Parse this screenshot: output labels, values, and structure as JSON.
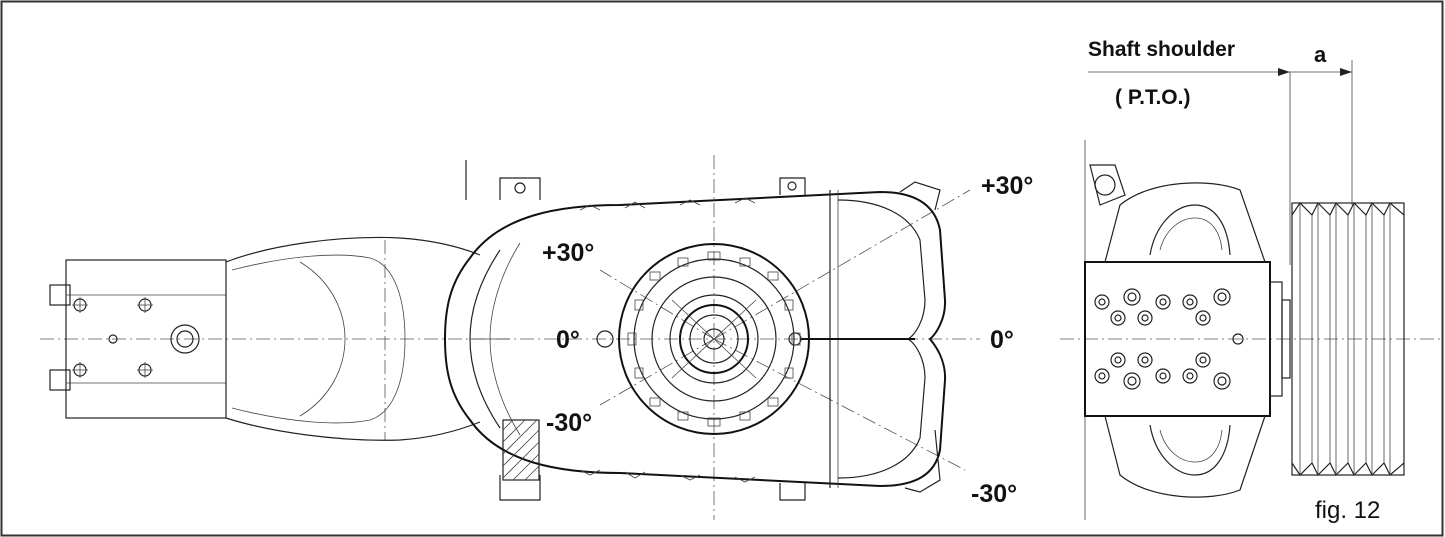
{
  "diagram": {
    "angle_labels": {
      "right_top": "+30°",
      "right_mid": "0°",
      "right_bottom": "-30°",
      "left_top": "+30°",
      "left_mid": "0°",
      "left_bottom": "-30°"
    },
    "shaft_label": "Shaft shoulder",
    "pto_label": "( P.T.O.)",
    "dimension_label": "a",
    "figure_caption": "fig. 12"
  },
  "colors": {
    "line": "#222222",
    "frame": "#333333",
    "background": "#ffffff"
  }
}
